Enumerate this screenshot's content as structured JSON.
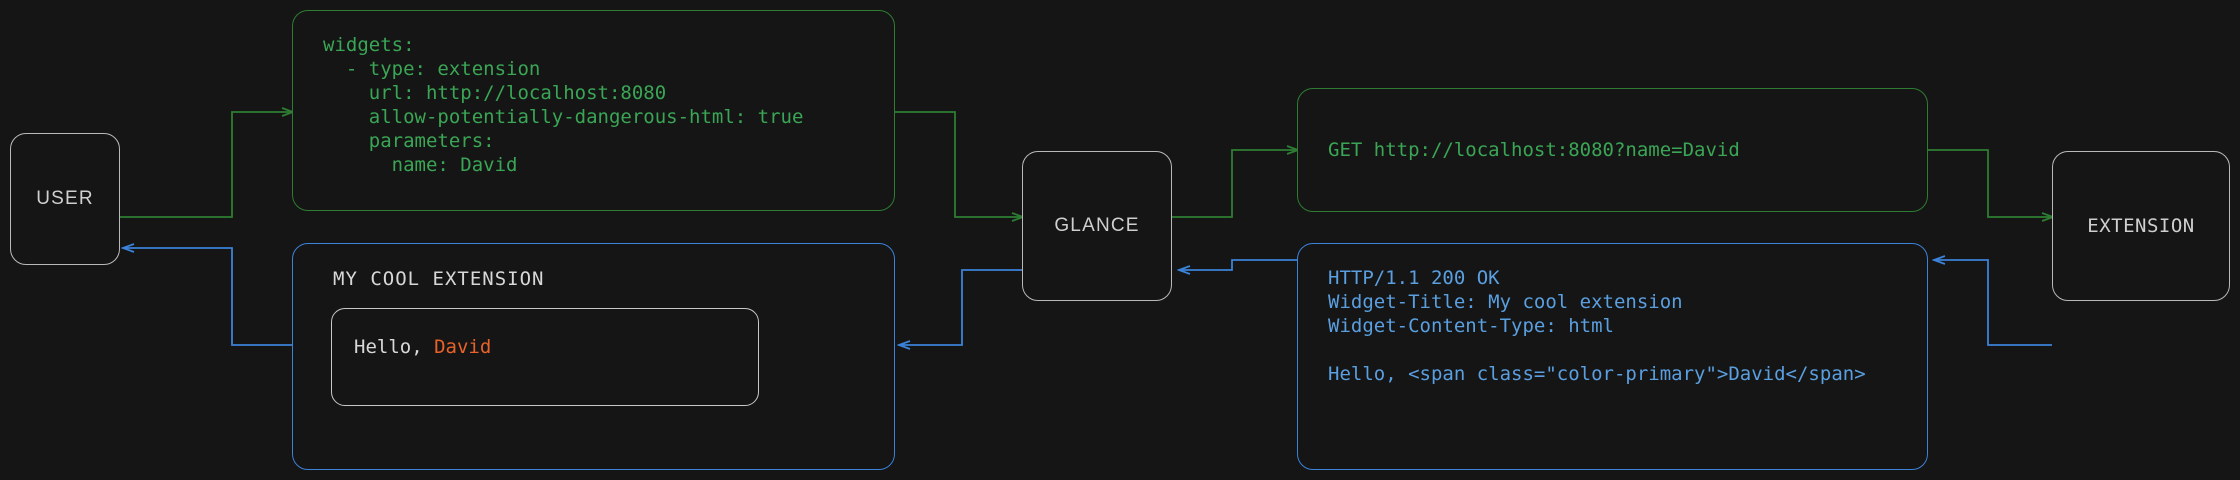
{
  "diagram": {
    "title": "glance extension widget request flow",
    "background": "#151515",
    "colors": {
      "green": "#3aa655",
      "green_border": "#2e7d32",
      "blue": "#5a9fe0",
      "blue_border": "#3b82d9",
      "white": "#d8d8d8",
      "orange": "#e8622a"
    }
  },
  "actors": {
    "user": {
      "label": "USER"
    },
    "glance": {
      "label": "GLANCE"
    },
    "extension": {
      "label": "EXTENSION"
    }
  },
  "config_box": {
    "lines": [
      "widgets:",
      "  - type: extension",
      "    url: http://localhost:8080",
      "    allow-potentially-dangerous-html: true",
      "    parameters:",
      "      name: David"
    ]
  },
  "request_box": {
    "lines": [
      "GET http://localhost:8080?name=David"
    ]
  },
  "response_box": {
    "lines": [
      "HTTP/1.1 200 OK",
      "Widget-Title: My cool extension",
      "Widget-Content-Type: html",
      "",
      "Hello, <span class=\"color-primary\">David</span>"
    ]
  },
  "widget_box": {
    "title": "MY COOL EXTENSION",
    "greeting_prefix": "Hello, ",
    "greeting_name": "David"
  }
}
